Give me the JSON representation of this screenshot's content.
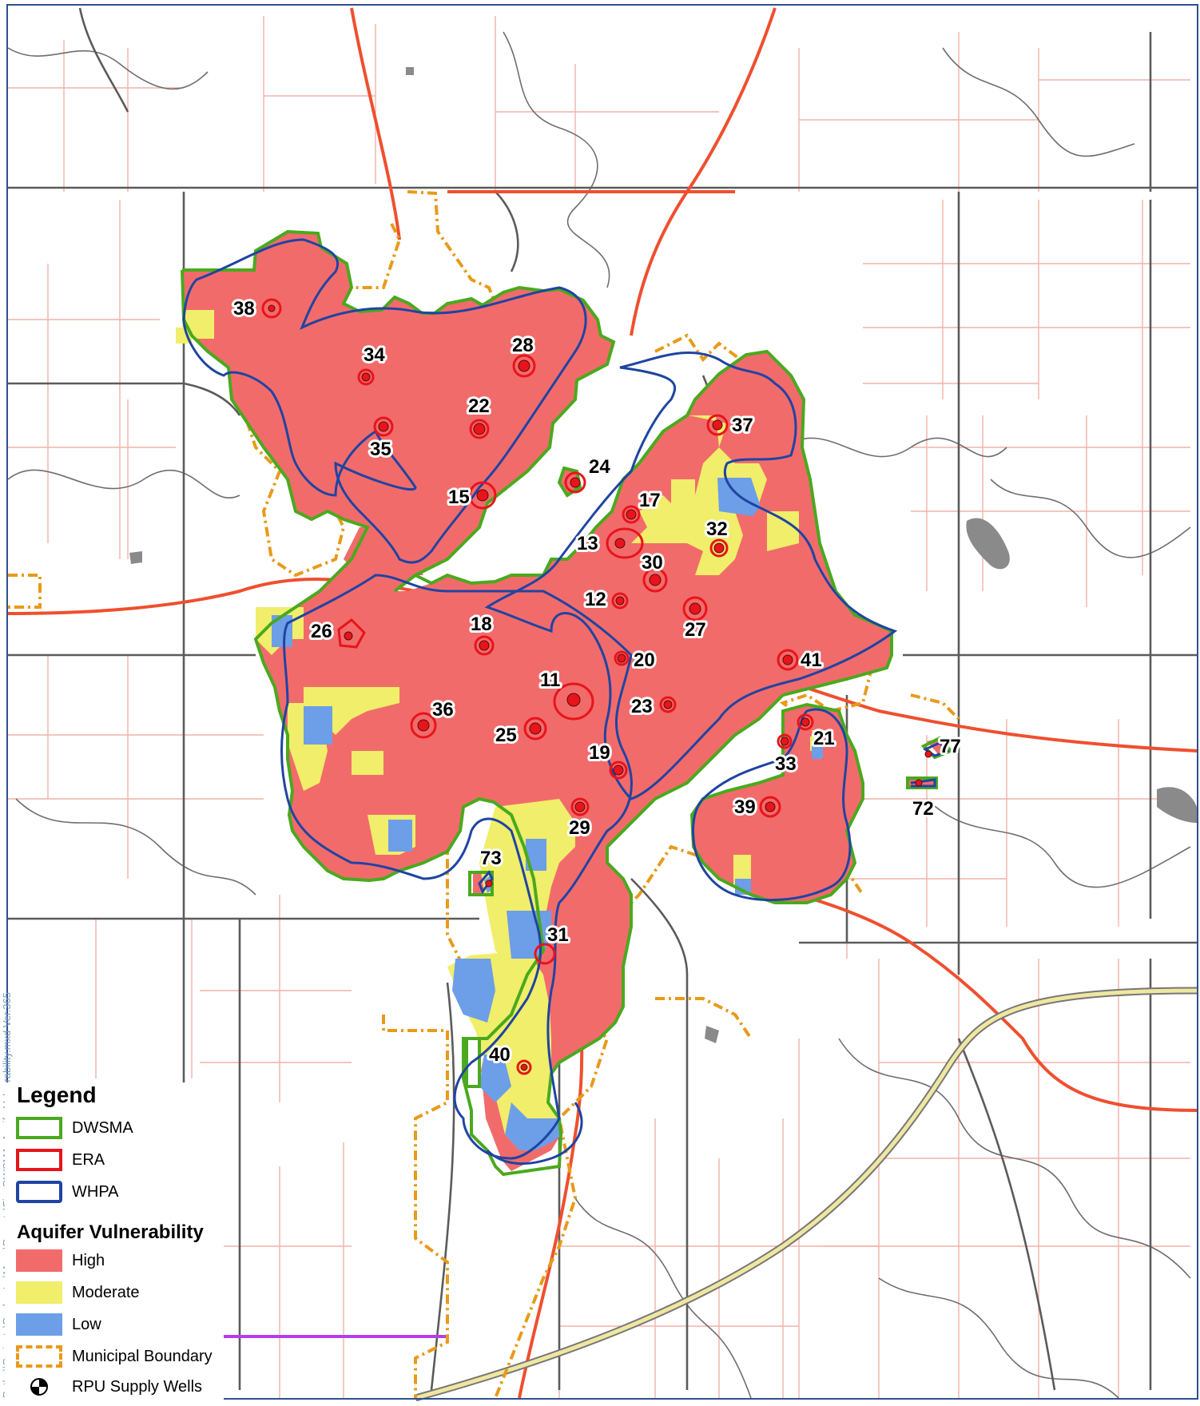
{
  "map": {
    "sidebar_text": "Path: \\\\Projects\\Rochester\\Maps\\Reports\\Fig_DWSMA_AquiferVulnerability.mxd Ver.365",
    "colors": {
      "high": "#f26b6b",
      "moderate": "#f0ee6a",
      "low": "#6d9ee8",
      "dwsma": "#4aa91e",
      "era": "#e8141b",
      "whpa": "#1f44a2",
      "municipal_boundary": "#e89a1a",
      "highway": "#ef4f2f",
      "road": "#555555",
      "parcel": "#f0a8a0",
      "stream": "#7a7a7a"
    },
    "wells": [
      "38",
      "34",
      "28",
      "22",
      "35",
      "15",
      "24",
      "37",
      "17",
      "13",
      "32",
      "30",
      "12",
      "26",
      "18",
      "27",
      "20",
      "41",
      "11",
      "23",
      "36",
      "25",
      "19",
      "21",
      "33",
      "77",
      "72",
      "39",
      "29",
      "73",
      "31",
      "40"
    ]
  },
  "legend": {
    "title": "Legend",
    "items": [
      {
        "label": "DWSMA",
        "icon": "outline-green"
      },
      {
        "label": "ERA",
        "icon": "outline-red"
      },
      {
        "label": "WHPA",
        "icon": "outline-blue"
      }
    ],
    "subtitle": "Aquifer Vulnerability",
    "vulnerability": [
      {
        "label": "High",
        "color": "#f26b6b"
      },
      {
        "label": "Moderate",
        "color": "#f0ee6a"
      },
      {
        "label": "Low",
        "color": "#6d9ee8"
      }
    ],
    "municipal_label": "Municipal Boundary",
    "wells_label": "RPU Supply Wells"
  }
}
